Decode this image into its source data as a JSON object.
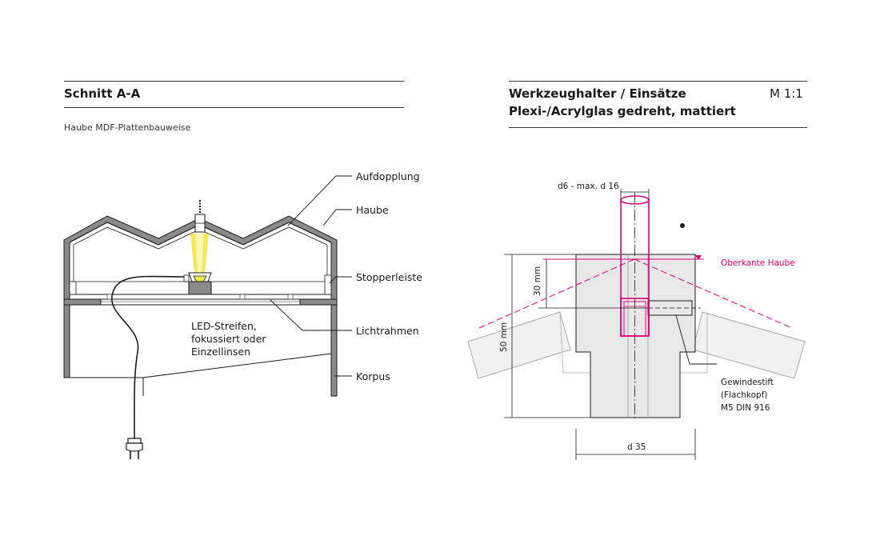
{
  "left": {
    "title": "Schnitt A-A",
    "subtitle": "Haube MDF-Plattenbauweise",
    "labels": {
      "aufdopplung": "Aufdopplung",
      "haube": "Haube",
      "stopperleiste": "Stopperleiste",
      "lichtrahmen": "Lichtrahmen",
      "korpus": "Korpus",
      "led_line1": "LED-Streifen,",
      "led_line2": "fokussiert oder",
      "led_line3": "Einzellinsen"
    }
  },
  "right": {
    "title_line1": "Werkzeughalter / Einsätze",
    "title_line2": "Plexi-/Acrylglas gedreht, mattiert",
    "scale": "M 1:1",
    "labels": {
      "d6": "d6 - max. d 16",
      "oberkante": "Oberkante Haube",
      "mm30": "30 mm",
      "mm50": "50 mm",
      "gew1": "Gewindestift",
      "gew2": "(Flachkopf)",
      "gew3": "M5 DIN 916",
      "d35": "d 35"
    }
  },
  "colors": {
    "accent": "#e0007a",
    "led_light": "#f2e64a",
    "part_fill": "#e8e8e8",
    "dark_fill": "#808080"
  }
}
